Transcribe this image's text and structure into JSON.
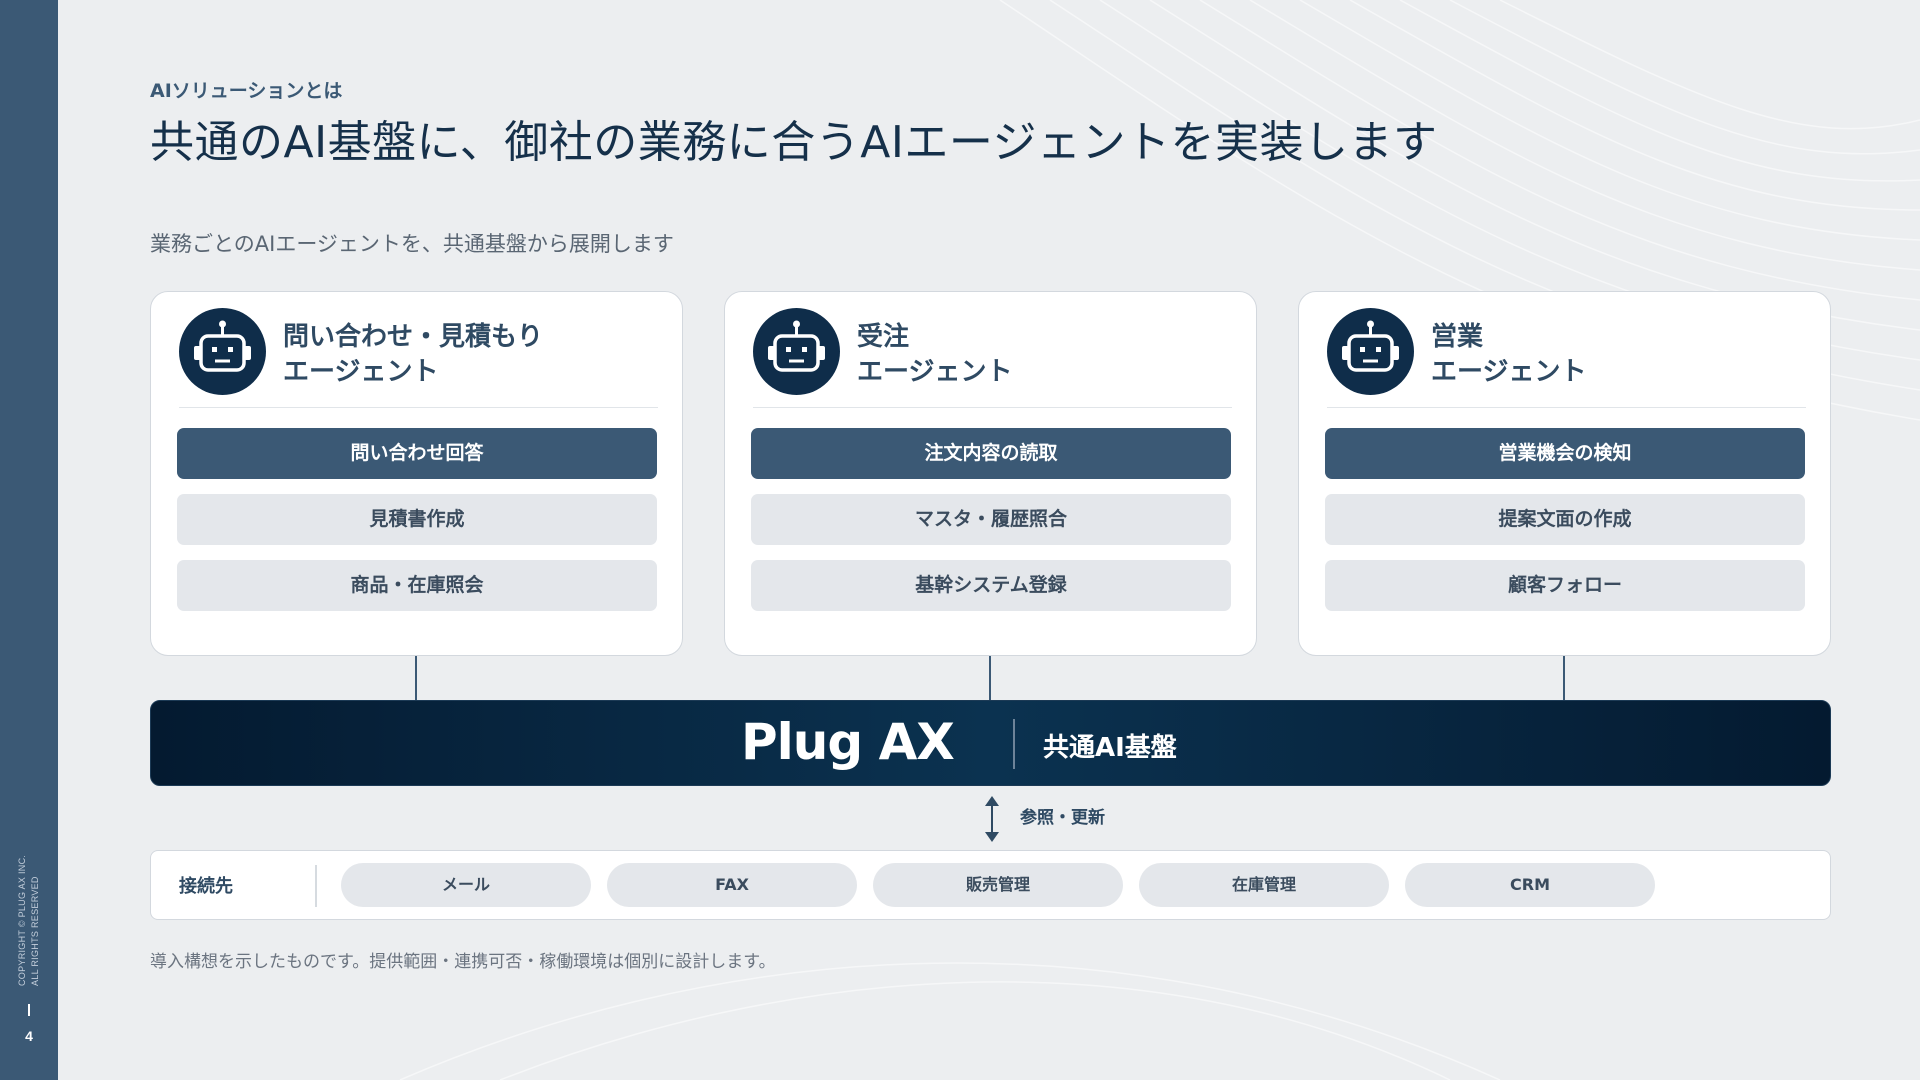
{
  "sidebar": {
    "copyright_line1": "COPYRIGHT © PLUG AX INC.",
    "copyright_line2": "ALL RIGHTS RESERVED",
    "page_number": "4"
  },
  "header": {
    "eyebrow": "AIソリューションとは",
    "title": "共通のAI基盤に、御社の業務に合うAIエージェントを実装します",
    "subtitle": "業務ごとのAIエージェントを、共通基盤から展開します"
  },
  "agents": [
    {
      "title_line1": "問い合わせ・見積もり",
      "title_line2": "エージェント",
      "icon": "robot-icon",
      "tasks": [
        "問い合わせ回答",
        "見積書作成",
        "商品・在庫照会"
      ]
    },
    {
      "title_line1": "受注",
      "title_line2": "エージェント",
      "icon": "robot-icon",
      "tasks": [
        "注文内容の読取",
        "マスタ・履歴照合",
        "基幹システム登録"
      ]
    },
    {
      "title_line1": "営業",
      "title_line2": "エージェント",
      "icon": "robot-icon",
      "tasks": [
        "営業機会の検知",
        "提案文面の作成",
        "顧客フォロー"
      ]
    }
  ],
  "platform": {
    "logo_text": "Plug AX",
    "label": "共通AI基盤"
  },
  "reference": {
    "label": "参照・更新",
    "icon": "double-arrow-icon"
  },
  "connections": {
    "label": "接続先",
    "items": [
      "メール",
      "FAX",
      "販売管理",
      "在庫管理",
      "CRM"
    ]
  },
  "footnote": "導入構想を示したものです。提供範囲・連携可否・稼働環境は個別に設計します。",
  "colors": {
    "sidebar": "#3b5975",
    "primary_task": "#3b5975",
    "secondary_task": "#e4e7eb",
    "platform_dark": "#041a30",
    "avatar": "#0f2d4a"
  }
}
